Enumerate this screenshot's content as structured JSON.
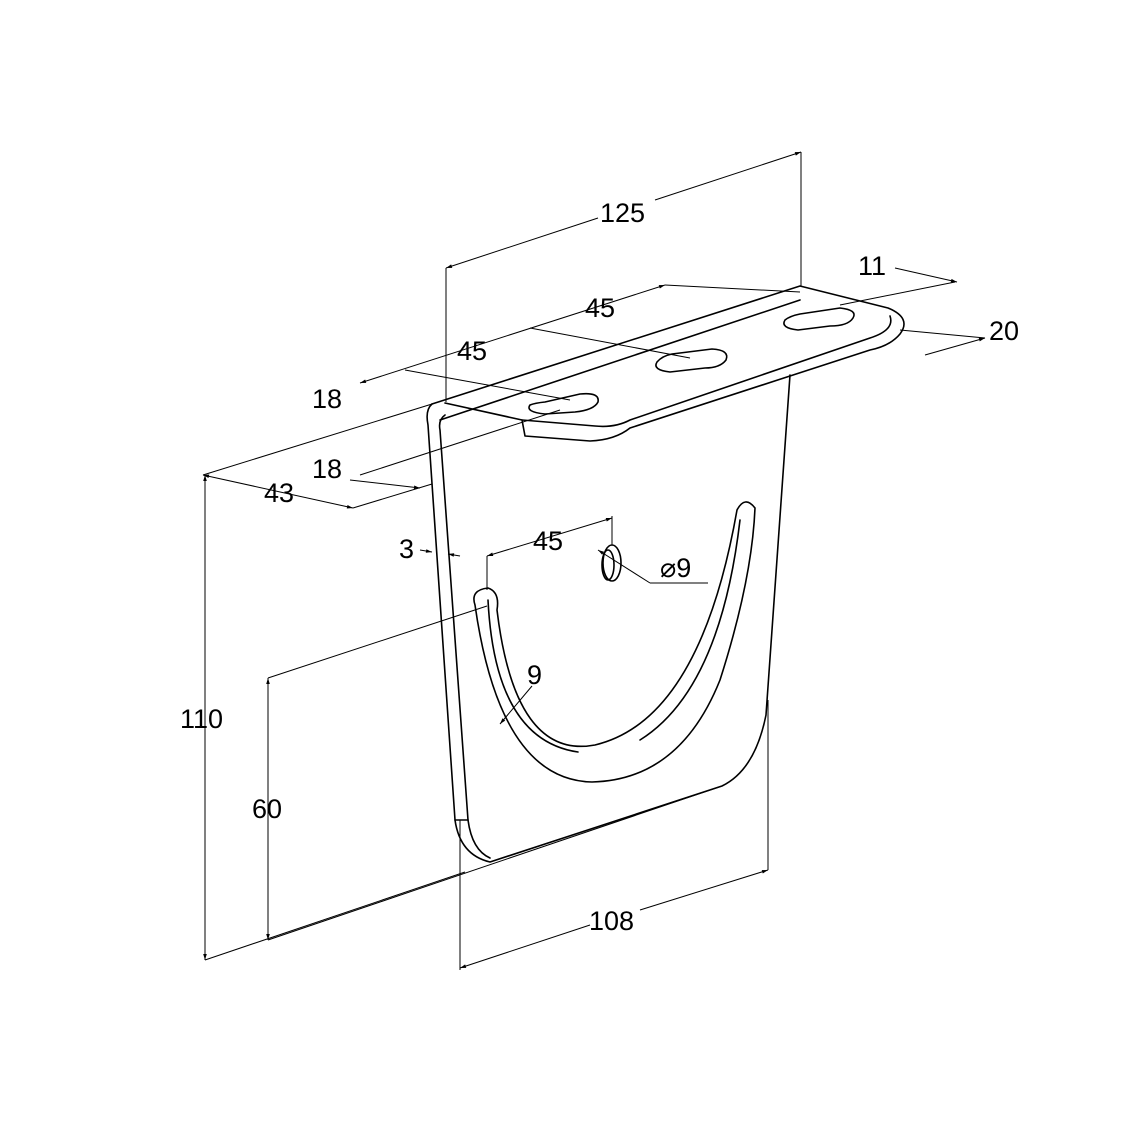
{
  "drawing": {
    "colors": {
      "line": "#000000",
      "background": "#ffffff"
    },
    "dimensions": {
      "overall_length": "125",
      "slot_pitch_1": "45",
      "slot_pitch_2": "45",
      "slot_width": "11",
      "plate_width": "20",
      "slot_offset_1": "18",
      "slot_offset_2": "18",
      "flange_depth": "43",
      "thickness": "3",
      "hole_offset": "45",
      "hole_diameter": "⌀9",
      "slot_radius_width": "9",
      "height": "110",
      "slot_height": "60",
      "bottom_width": "108"
    }
  }
}
